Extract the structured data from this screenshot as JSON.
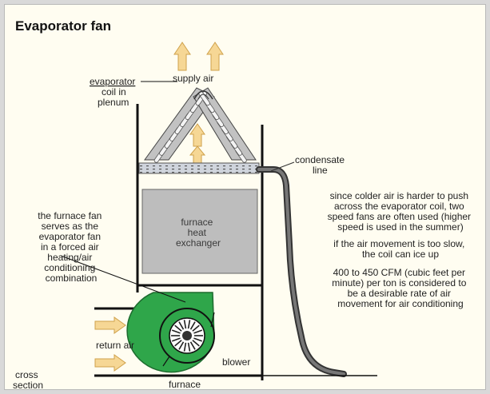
{
  "title": "Evaporator fan",
  "labels": {
    "supply_air": "supply  air",
    "evap_coil": [
      "evaporator",
      "coil in",
      "plenum"
    ],
    "condensate": [
      "condensate",
      "line"
    ],
    "heat_exchanger": [
      "furnace",
      "heat",
      "exchanger"
    ],
    "furnace_fan": [
      "the furnace fan",
      "serves as the",
      "evaporator fan",
      "in a forced air",
      "heating/air",
      "conditioning",
      "combination"
    ],
    "return_air": "return  air",
    "blower": "blower",
    "furnace": "furnace",
    "cross_section": [
      "cross",
      "section"
    ]
  },
  "notes": [
    [
      "since colder air is harder to push",
      "across the evaporator coil, two",
      "speed fans are often used (higher",
      "speed is used in the summer)"
    ],
    [
      "if the air movement is too slow,",
      "the coil can ice up"
    ],
    [
      "400 to 450 CFM (cubic feet per",
      "minute) per ton is considered to",
      "be a desirable rate of air",
      "movement for air conditioning"
    ]
  ],
  "colors": {
    "arrow_fill": "#f6d795",
    "arrow_stroke": "#cfa14b",
    "coil_fill": "#bfbfbf",
    "exchanger_fill": "#bdbdbd",
    "blower_green": "#2fa64a",
    "condensate": "#4a4a4a"
  }
}
